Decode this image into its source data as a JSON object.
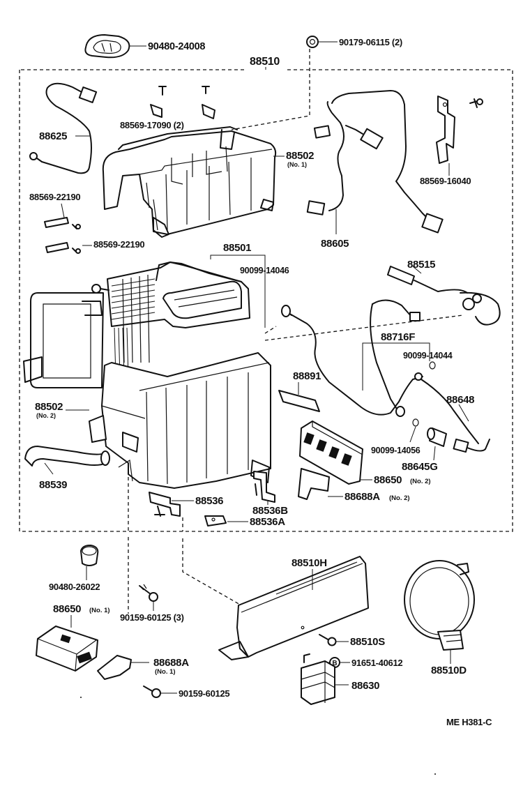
{
  "diagram": {
    "labels": {
      "p90480_24008": "90480-24008",
      "p90179_06115": "90179-06115 (2)",
      "p88510": "88510",
      "p88569_17090": "88569-17090 (2)",
      "p88625": "88625",
      "p88502_no1": "88502",
      "p88502_no1_note": "(No. 1)",
      "p88569_16040": "88569-16040",
      "p88569_22190_a": "88569-22190",
      "p88569_22190_b": "88569-22190",
      "p88605": "88605",
      "p88501": "88501",
      "p90099_14046": "90099-14046",
      "p88515": "88515",
      "p88716f": "88716F",
      "p90099_14044": "90099-14044",
      "p88891": "88891",
      "p88648": "88648",
      "p88502_no2": "88502",
      "p88502_no2_note": "(No. 2)",
      "p90099_14056": "90099-14056",
      "p88645g": "88645G",
      "p88539": "88539",
      "p88650_no2": "88650",
      "p88650_no2_note": "(No. 2)",
      "p88688a_no2": "88688A",
      "p88688a_no2_note": "(No. 2)",
      "p88536": "88536",
      "p88536b": "88536B",
      "p88536a": "88536A",
      "p90480_26022": "90480-26022",
      "p88510h": "88510H",
      "p90159_60125_3": "90159-60125 (3)",
      "p88650_no1": "88650",
      "p88650_no1_note": "(No. 1)",
      "p88510s": "88510S",
      "p88688a_no1": "88688A",
      "p88688a_no1_note": "(No. 1)",
      "p91651_40612": "91651-40612",
      "p88510d": "88510D",
      "p88630": "88630",
      "p90159_60125": "90159-60125",
      "b_marker": "B",
      "ref_code": "ME  H381-C"
    }
  }
}
